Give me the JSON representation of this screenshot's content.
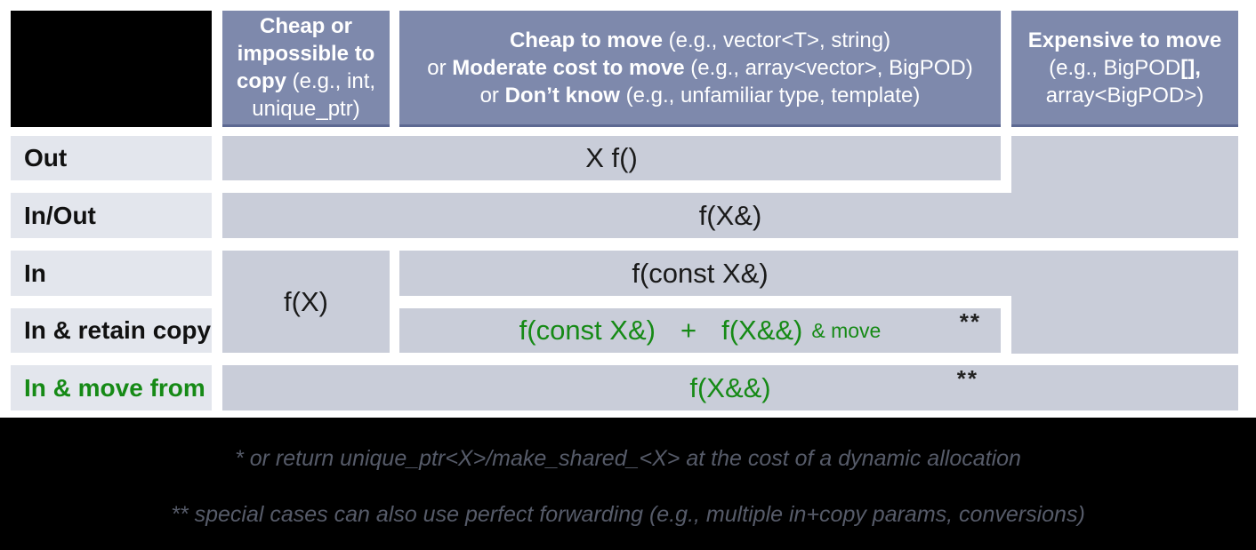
{
  "header": {
    "col_cheap_copy": {
      "l1": "Cheap or",
      "l2": "impossible to",
      "l3_bold": "copy",
      "l3_rest": " (e.g., int,",
      "l4": "unique_ptr)"
    },
    "col_cheap_move": {
      "l1_bold": "Cheap to move",
      "l1_rest": " (e.g., vector<T>, string)",
      "l2_pre": "or ",
      "l2_bold": "Moderate cost to move",
      "l2_rest": " (e.g., array<vector>, BigPOD)",
      "l3_pre": "or ",
      "l3_bold": "Don’t know",
      "l3_rest": " (e.g., unfamiliar type, template)"
    },
    "col_expensive_move": {
      "l1": "Expensive to move",
      "l2_pre": "(e.g., BigPOD",
      "l2_bold": "[],",
      "l3": "array<BigPOD>)"
    }
  },
  "rows": {
    "out": "Out",
    "inout": "In/Out",
    "in": "In",
    "in_retain": "In & retain copy",
    "in_move": "In & move from"
  },
  "cells": {
    "out": "X f()",
    "inout": "f(X&)",
    "in_cheap": "f(X)",
    "in_main": "f(const X&)",
    "retain_a": "f(const X&)",
    "retain_plus": "+",
    "retain_b": "f(X&&)",
    "retain_suffix": "& move",
    "retain_marker": "**",
    "move": "f(X&&)",
    "move_marker": "**"
  },
  "footnotes": {
    "first": "* or return unique_ptr<X>/make_shared_<X> at the cost of a dynamic allocation",
    "second": "** special cases can also use perfect forwarding (e.g., multiple in+copy params, conversions)"
  },
  "colors": {
    "header_bg": "#7e89ac",
    "header_border": "#5d6992",
    "cell_bg": "#c9cdd9",
    "label_bg": "#e3e6ed",
    "accent_green": "#168a16",
    "footnote_text": "#565b69",
    "corner_bg": "#000000"
  }
}
